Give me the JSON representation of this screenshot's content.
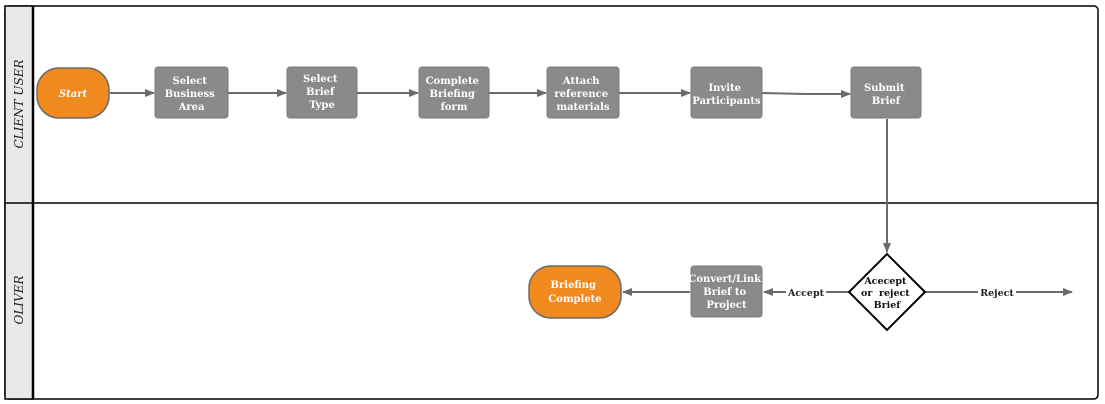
{
  "lanes": {
    "client_user": "CLIENT USER",
    "oliver": "OLIVER"
  },
  "nodes": {
    "start": "Start",
    "select_business_area": [
      "Select",
      "Business",
      "Area"
    ],
    "select_brief_type": [
      "Select",
      "Brief",
      "Type"
    ],
    "complete_briefing_form": [
      "Complete",
      "Briefing",
      "form"
    ],
    "attach_reference_materials": [
      "Attach",
      "reference",
      "materials"
    ],
    "invite_participants": [
      "Invite",
      "Participants"
    ],
    "submit_brief": [
      "Submit",
      "Brief"
    ],
    "accept_or_reject_brief": [
      "Acecept",
      "or  reject",
      "Brief"
    ],
    "convert_link_brief": [
      "Convert/Link",
      "Brief to",
      "Project"
    ],
    "briefing_complete": [
      "Briefing",
      "Complete"
    ]
  },
  "edges": {
    "accept": "Accept",
    "reject": "Reject"
  },
  "colors": {
    "process_box": "#8a8a8a",
    "terminal_fill": "#f08a1e",
    "connector": "#6b6b6b",
    "lane_border": "#000000"
  }
}
